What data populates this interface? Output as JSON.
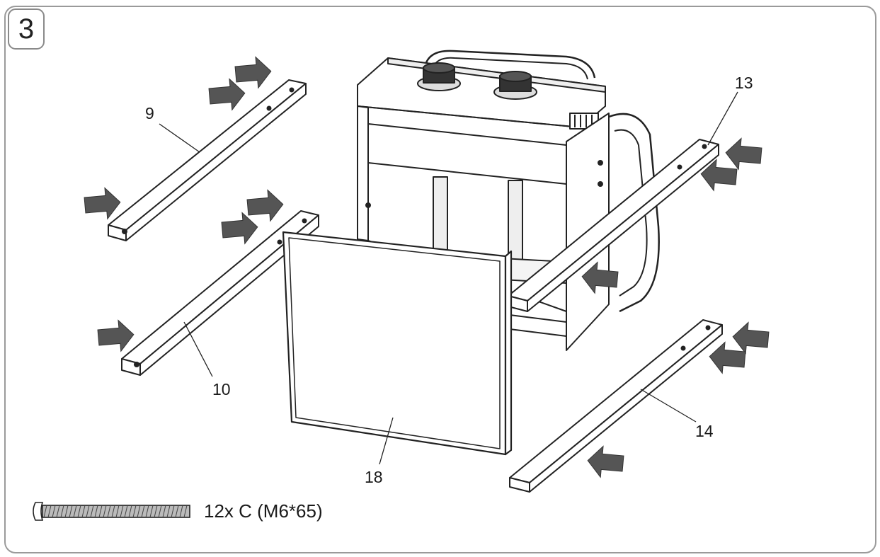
{
  "step": {
    "number": "3"
  },
  "parts": [
    {
      "id": "rail-9",
      "label": "9"
    },
    {
      "id": "rail-10",
      "label": "10"
    },
    {
      "id": "rail-13",
      "label": "13"
    },
    {
      "id": "rail-14",
      "label": "14"
    },
    {
      "id": "panel-18",
      "label": "18"
    }
  ],
  "hardware": {
    "quantity_text": "12x C (M6*65)",
    "icon": "bolt-icon"
  },
  "colors": {
    "line": "#222222",
    "arrow": "#555555",
    "frame": "#9a9a9a"
  }
}
